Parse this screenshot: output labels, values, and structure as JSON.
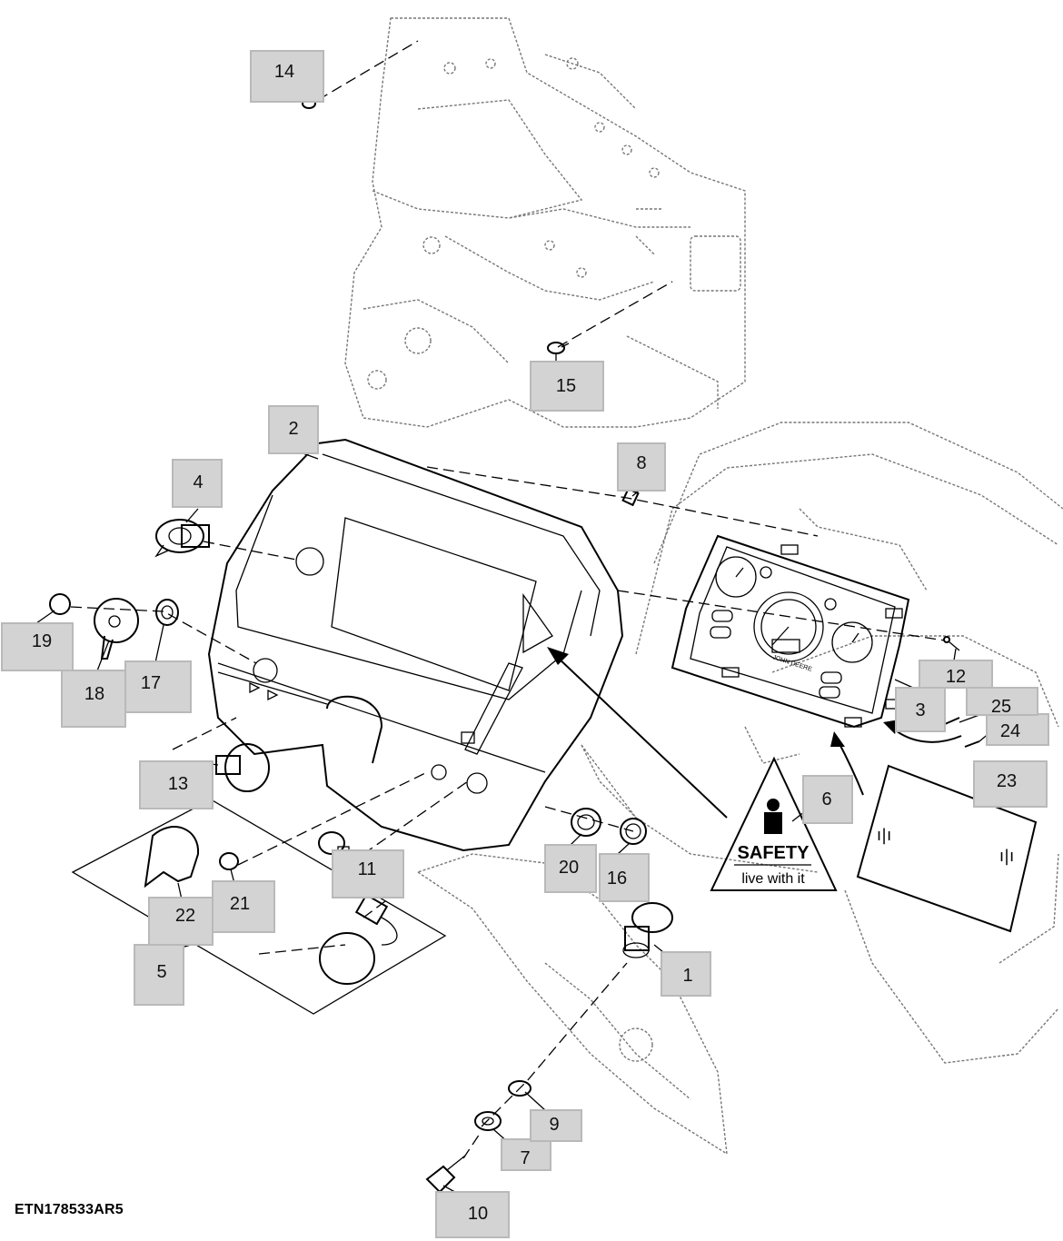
{
  "figure_id": "ETN178533AR5",
  "callouts": [
    {
      "label": "1"
    },
    {
      "label": "2"
    },
    {
      "label": "3"
    },
    {
      "label": "4"
    },
    {
      "label": "5"
    },
    {
      "label": "6"
    },
    {
      "label": "7"
    },
    {
      "label": "8"
    },
    {
      "label": "9"
    },
    {
      "label": "10"
    },
    {
      "label": "11"
    },
    {
      "label": "12"
    },
    {
      "label": "13"
    },
    {
      "label": "14"
    },
    {
      "label": "15"
    },
    {
      "label": "16"
    },
    {
      "label": "17"
    },
    {
      "label": "18"
    },
    {
      "label": "19"
    },
    {
      "label": "20"
    },
    {
      "label": "21"
    },
    {
      "label": "22"
    },
    {
      "label": "23"
    },
    {
      "label": "24"
    },
    {
      "label": "25"
    }
  ],
  "safety_decal": {
    "line1": "SAFETY",
    "line2": "live with it"
  },
  "cluster_brand": "JOHN DEERE"
}
